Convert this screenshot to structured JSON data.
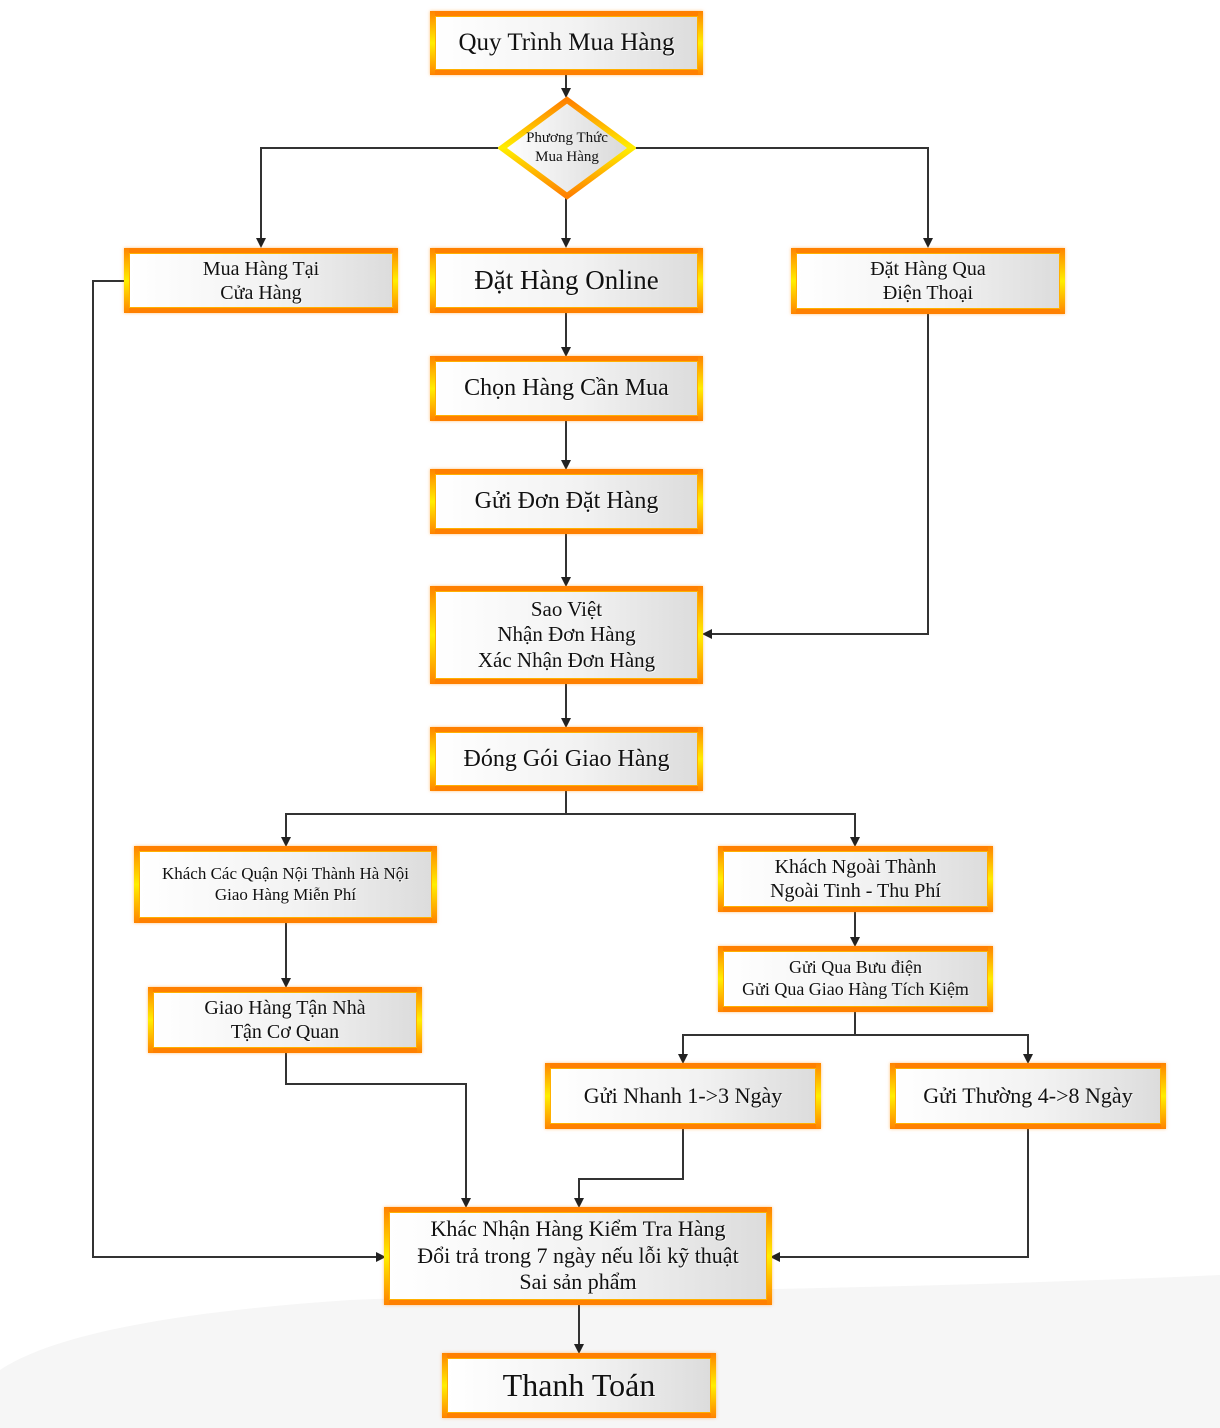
{
  "title": "Quy Trình Mua Hàng",
  "decision": "Phương Thức\nMua Hàng",
  "nodes": {
    "store": "Mua Hàng Tại\nCửa Hàng",
    "online": "Đặt Hàng Online",
    "phone": "Đặt Hàng Qua\nĐiện Thoại",
    "choose": "Chọn Hàng Cần Mua",
    "send_order": "Gửi Đơn Đặt Hàng",
    "confirm": "Sao Việt\nNhận Đơn Hàng\nXác Nhận Đơn Hàng",
    "pack": "Đóng Gói Giao Hàng",
    "inner_city": "Khách Các Quận Nội Thành Hà Nội\nGiao Hàng Miễn Phí",
    "outer_city": "Khách Ngoài Thành\nNgoài Tinh - Thu Phí",
    "door_delivery": "Giao Hàng Tận Nhà\nTận Cơ Quan",
    "post": "Gửi Qua Bưu điện\nGửi Qua Giao Hàng Tích Kiệm",
    "fast": "Gửi Nhanh 1->3 Ngày",
    "normal": "Gửi Thường 4->8 Ngày",
    "receive": "Khác Nhận Hàng Kiểm Tra Hàng\nĐổi trả trong 7 ngày nếu lỗi kỹ thuật\nSai sản phẩm",
    "payment": "Thanh Toán"
  },
  "colors": {
    "border_orange": "#ff8000",
    "border_yellow": "#ffcc00",
    "connector": "#333333"
  }
}
